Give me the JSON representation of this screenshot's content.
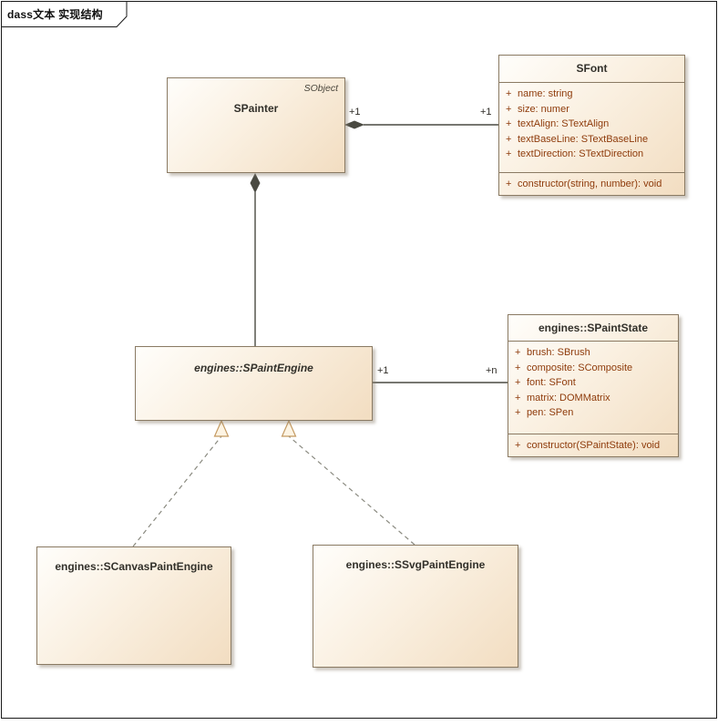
{
  "frame": {
    "title": "dass文本 实现结构"
  },
  "classes": {
    "spainter": {
      "name": "SPainter",
      "parent": "SObject"
    },
    "sfont": {
      "name": "SFont",
      "attributes": [
        {
          "vis": "+",
          "text": "name: string"
        },
        {
          "vis": "+",
          "text": "size: numer"
        },
        {
          "vis": "+",
          "text": "textAlign: STextAlign"
        },
        {
          "vis": "+",
          "text": "textBaseLine: STextBaseLine"
        },
        {
          "vis": "+",
          "text": "textDirection: STextDirection"
        }
      ],
      "operations": [
        {
          "vis": "+",
          "text": "constructor(string, number): void"
        }
      ]
    },
    "spaintengine": {
      "name": "engines::SPaintEngine"
    },
    "spaintstate": {
      "name": "engines::SPaintState",
      "attributes": [
        {
          "vis": "+",
          "text": "brush: SBrush"
        },
        {
          "vis": "+",
          "text": "composite: SComposite"
        },
        {
          "vis": "+",
          "text": "font: SFont"
        },
        {
          "vis": "+",
          "text": "matrix: DOMMatrix"
        },
        {
          "vis": "+",
          "text": "pen: SPen"
        }
      ],
      "operations": [
        {
          "vis": "+",
          "text": "constructor(SPaintState): void"
        }
      ]
    },
    "scanvas": {
      "name": "engines::SCanvasPaintEngine"
    },
    "ssvg": {
      "name": "engines::SSvgPaintEngine"
    }
  },
  "connectors": {
    "spainter_sfont": {
      "source_mult": "+1",
      "target_mult": "+1"
    },
    "spaintengine_spaintstate": {
      "source_mult": "+1",
      "target_mult": "+n"
    }
  },
  "colors": {
    "box_fill": "#f2ddc1",
    "box_border": "#8a7a63",
    "feature_text": "#8e3b0b",
    "connector_line": "#4a4a42",
    "triangle_border": "#c49a62",
    "triangle_fill": "#fdf4e3"
  }
}
